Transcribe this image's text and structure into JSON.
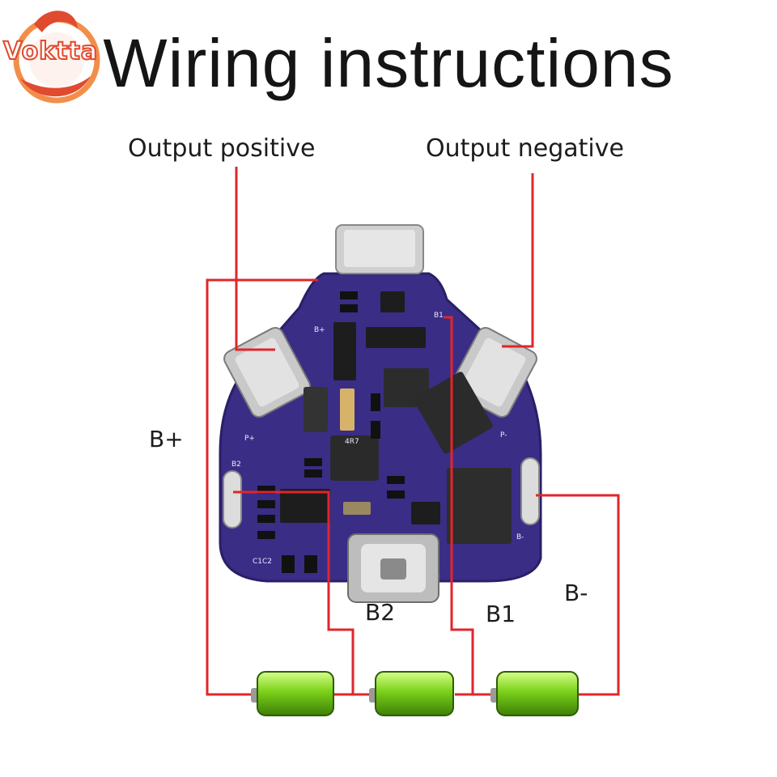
{
  "title": "Wiring instructions",
  "brand": {
    "logo_text": "Voktta",
    "logo_color": "#e04a2e"
  },
  "labels": {
    "output_positive": "Output positive",
    "output_negative": "Output negative",
    "b_plus": "B+",
    "b_minus": "B-",
    "b2": "B2",
    "b1": "B1"
  },
  "colors": {
    "wire": "#e0262a",
    "pcb": "#3a2d86",
    "battery": "#7cd11a",
    "metal": "#c9c9c9"
  },
  "icons": [
    "battery-icon",
    "usb-c-port-icon",
    "nickel-tab-icon"
  ]
}
